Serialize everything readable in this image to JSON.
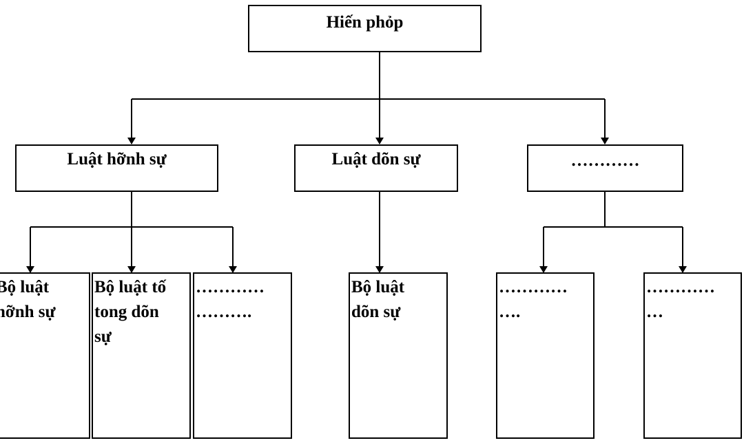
{
  "diagram": {
    "root": {
      "label": "Hiến phỏp"
    },
    "branches": [
      {
        "label": "Luật hỡnh sự",
        "children": [
          {
            "label": "Bộ luật\nhỡnh sự"
          },
          {
            "label": "Bộ luật tố\ntong dõn\nsự"
          },
          {
            "label": "…………\n………."
          }
        ]
      },
      {
        "label": "Luật dõn sự",
        "children": [
          {
            "label": "Bộ luật\ndõn sự"
          }
        ]
      },
      {
        "label": "…………",
        "children": [
          {
            "label": "…………\n…."
          },
          {
            "label": "…………\n…"
          }
        ]
      }
    ]
  }
}
